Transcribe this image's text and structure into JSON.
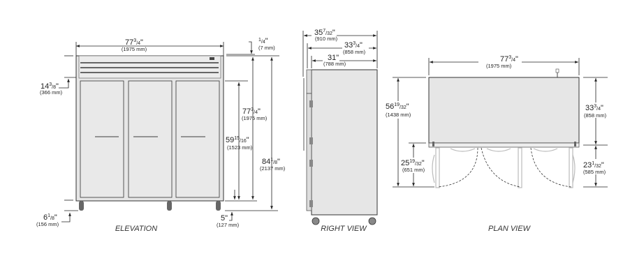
{
  "views": {
    "elevation": "ELEVATION",
    "right": "RIGHT VIEW",
    "plan": "PLAN VIEW"
  },
  "dims": {
    "elev_width": {
      "whole": "77",
      "num": "3",
      "den": "4",
      "unit": "\"",
      "mm": "(1975 mm)"
    },
    "elev_top_gap": {
      "whole": "",
      "num": "1",
      "den": "4",
      "unit": "\"",
      "mm": "(7 mm)"
    },
    "elev_header": {
      "whole": "14",
      "num": "3",
      "den": "8",
      "unit": "\"",
      "mm": "(366 mm)"
    },
    "elev_body_height": {
      "whole": "77",
      "num": "3",
      "den": "4",
      "unit": "\"",
      "mm": "(1975 mm)"
    },
    "elev_door_height": {
      "whole": "59",
      "num": "15",
      "den": "16",
      "unit": "\"",
      "mm": "(1523 mm)"
    },
    "elev_total_height": {
      "whole": "84",
      "num": "1",
      "den": "8",
      "unit": "\"",
      "mm": "(2137 mm)"
    },
    "elev_caster_left": {
      "whole": "6",
      "num": "1",
      "den": "8",
      "unit": "\"",
      "mm": "(156 mm)"
    },
    "elev_caster_right": {
      "whole": "5",
      "num": "",
      "den": "",
      "unit": "\"",
      "mm": "(127 mm)"
    },
    "right_total_depth": {
      "whole": "35",
      "num": "7",
      "den": "32",
      "unit": "\"",
      "mm": "(910 mm)"
    },
    "right_depth_doors": {
      "whole": "33",
      "num": "3",
      "den": "4",
      "unit": "\"",
      "mm": "(858 mm)"
    },
    "right_cabinet_depth": {
      "whole": "31",
      "num": "",
      "den": "",
      "unit": "\"",
      "mm": "(788 mm)"
    },
    "plan_width": {
      "whole": "77",
      "num": "3",
      "den": "4",
      "unit": "\"",
      "mm": "(1975 mm)"
    },
    "plan_total_depth": {
      "whole": "56",
      "num": "19",
      "den": "32",
      "unit": "\"",
      "mm": "(1438 mm)"
    },
    "plan_door_swing": {
      "whole": "25",
      "num": "19",
      "den": "32",
      "unit": "\"",
      "mm": "(651 mm)"
    },
    "plan_depth": {
      "whole": "33",
      "num": "3",
      "den": "4",
      "unit": "\"",
      "mm": "(858 mm)"
    },
    "plan_door_swing_right": {
      "whole": "23",
      "num": "1",
      "den": "32",
      "unit": "\"",
      "mm": "(585 mm)"
    }
  }
}
